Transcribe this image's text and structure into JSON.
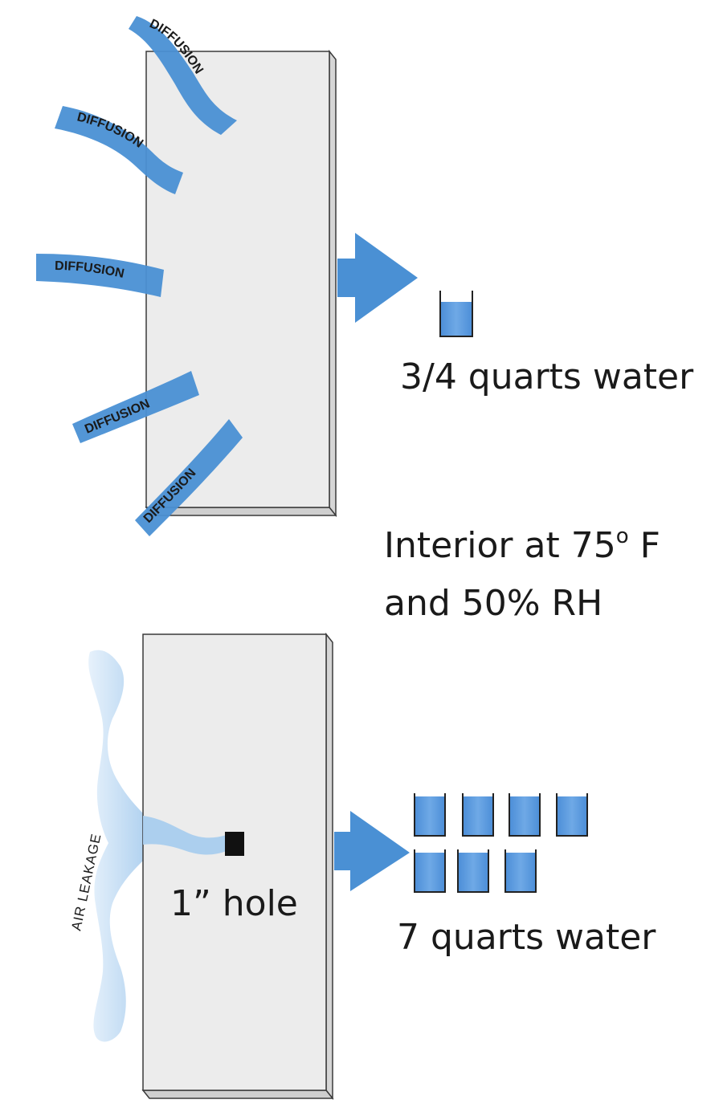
{
  "colors": {
    "panel_face": "#ececec",
    "panel_edge": "#3a3a3a",
    "arrow_blue": "#4a90d4",
    "water_blue": "#5b9be0",
    "leak_blue": "#bcd7f0",
    "hole": "#111111",
    "text": "#1a1a1a"
  },
  "top_panel": {
    "diffusion_label": "DIFFUSION",
    "diffusion_count": 5,
    "water_label": "3/4 quarts water",
    "cup_count": 1,
    "icon": "right-arrow-icon"
  },
  "conditions": {
    "line1_prefix": "Interior at 75",
    "degree_mark": "o",
    "line1_suffix": " F",
    "line2": "and 50% RH"
  },
  "bottom_panel": {
    "leak_label": "AIR LEAKAGE",
    "hole_label": "1” hole",
    "water_label": "7 quarts water",
    "cup_count": 7,
    "icon": "right-arrow-icon"
  }
}
